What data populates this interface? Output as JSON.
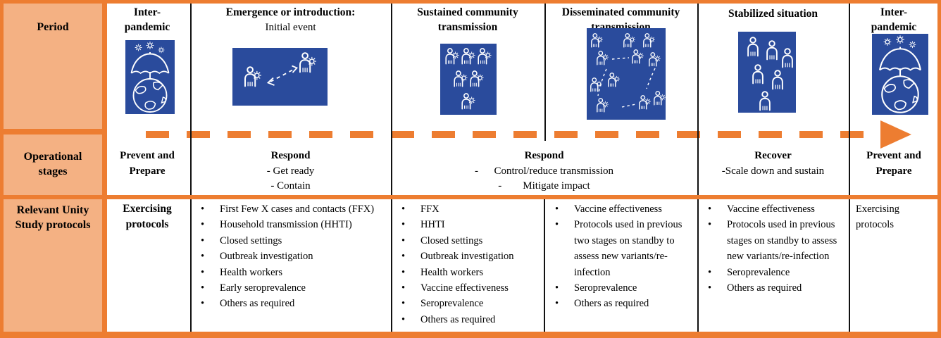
{
  "colors": {
    "accent_orange": "#ED7D31",
    "header_fill": "#F4B183",
    "icon_blue": "#2A4B9C"
  },
  "row_headers": {
    "period": "Period",
    "stages": "Operational\nstages",
    "protocols": "Relevant Unity\nStudy protocols"
  },
  "periods": [
    {
      "title": "Inter-\npandemic",
      "subtitle": "",
      "icon": "globe-umbrella-icon"
    },
    {
      "title": "Emergence or introduction:",
      "subtitle": "Initial event",
      "icon": "person-to-person-transmission-icon"
    },
    {
      "title": "Sustained community\ntransmission",
      "subtitle": "",
      "icon": "infected-group-icon"
    },
    {
      "title": "Disseminated community\ntransmission",
      "subtitle": "",
      "icon": "infected-clusters-icon"
    },
    {
      "title": "Stabilized situation",
      "subtitle": "",
      "icon": "healthy-group-icon"
    },
    {
      "title": "Inter-\npandemic",
      "subtitle": "",
      "icon": "globe-umbrella-icon"
    }
  ],
  "stages": [
    {
      "title": "Prevent and\nPrepare",
      "lines": []
    },
    {
      "title": "Respond",
      "lines": [
        "- Get ready",
        "- Contain"
      ]
    },
    {
      "title": "Respond",
      "lines": [
        "-      Control/reduce transmission",
        "-        Mitigate impact"
      ]
    },
    {
      "title": "Recover",
      "lines": [
        "-Scale down and sustain"
      ]
    },
    {
      "title": "Prevent and\nPrepare",
      "lines": []
    }
  ],
  "protocols": {
    "exercising_start": "Exercising\nprotocols",
    "emergence_bullets": [
      "First Few X cases and contacts (FFX)",
      "Household transmission (HHTI)",
      "Closed settings",
      "Outbreak investigation",
      "Health workers",
      "Early seroprevalence",
      "Others as required"
    ],
    "sustained_bullets": [
      "FFX",
      "HHTI",
      "Closed settings",
      "Outbreak investigation",
      "Health workers",
      "Vaccine effectiveness",
      "Seroprevalence",
      "Others as required"
    ],
    "disseminated_bullets": [
      "Vaccine effectiveness",
      "Protocols used in previous two stages on standby to assess new variants/re-infection",
      "Seroprevalence",
      "Others as required"
    ],
    "stabilized_bullets": [
      "Vaccine effectiveness",
      "Protocols used in previous stages on standby to assess new variants/re-infection",
      "Seroprevalence",
      "Others as required"
    ],
    "exercising_end": "Exercising protocols"
  }
}
